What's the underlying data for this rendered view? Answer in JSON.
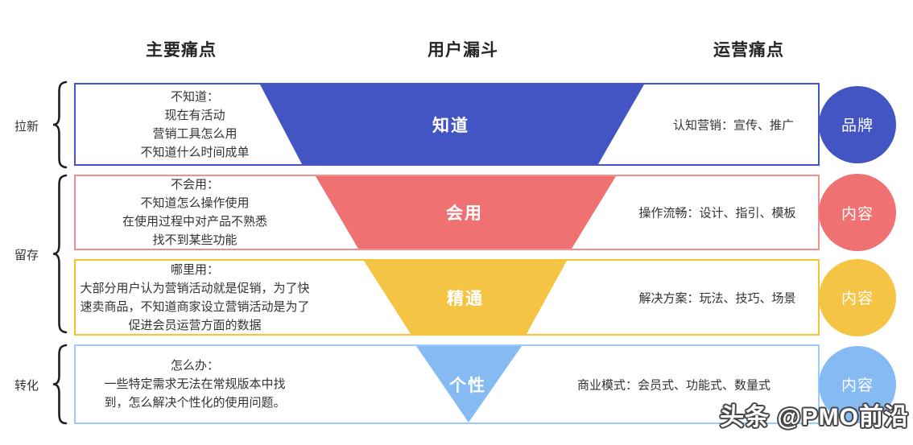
{
  "headers": {
    "main_pain": "主要痛点",
    "user_funnel": "用户漏斗",
    "ops_pain": "运营痛点"
  },
  "stages": [
    {
      "label": "拉新"
    },
    {
      "label": "留存"
    },
    {
      "label": "转化"
    }
  ],
  "rows": [
    {
      "color": "#4355c2",
      "border_color": "#4355c2",
      "pain_lines": [
        "不知道：",
        "现在有活动",
        "营销工具怎么用",
        "不知道什么时间成单"
      ],
      "funnel_label": "知道",
      "ops_text": "认知营销：宣传、推广",
      "circle_label": "品牌"
    },
    {
      "color": "#ef7172",
      "border_color": "#f28e8d",
      "pain_lines": [
        "不会用：",
        "不知道怎么操作使用",
        "在使用过程中对产品不熟悉",
        "找不到某些功能"
      ],
      "funnel_label": "会用",
      "ops_text": "操作流畅：设计、指引、模板",
      "circle_label": "内容"
    },
    {
      "color": "#f6c444",
      "border_color": "#f5c232",
      "pain_lines": [
        "哪里用：",
        "大部分用户认为营销活动就是促销，为了快",
        "速卖商品，不知道商家设立营销活动是为了",
        "促进会员运营方面的数据"
      ],
      "funnel_label": "精通",
      "ops_text": "解决方案：玩法、技巧、场景",
      "circle_label": "内容"
    },
    {
      "color": "#85baf3",
      "border_color": "#9eccf8",
      "pain_lines": [
        "怎么办：",
        "一些特定需求无法在常规版本中找",
        "到，怎么解决个性化的使用问题。"
      ],
      "funnel_label": "个性",
      "ops_text": "商业模式：会员式、功能式、数量式",
      "circle_label": "内容"
    }
  ],
  "watermark": "头条 @PMO前沿"
}
